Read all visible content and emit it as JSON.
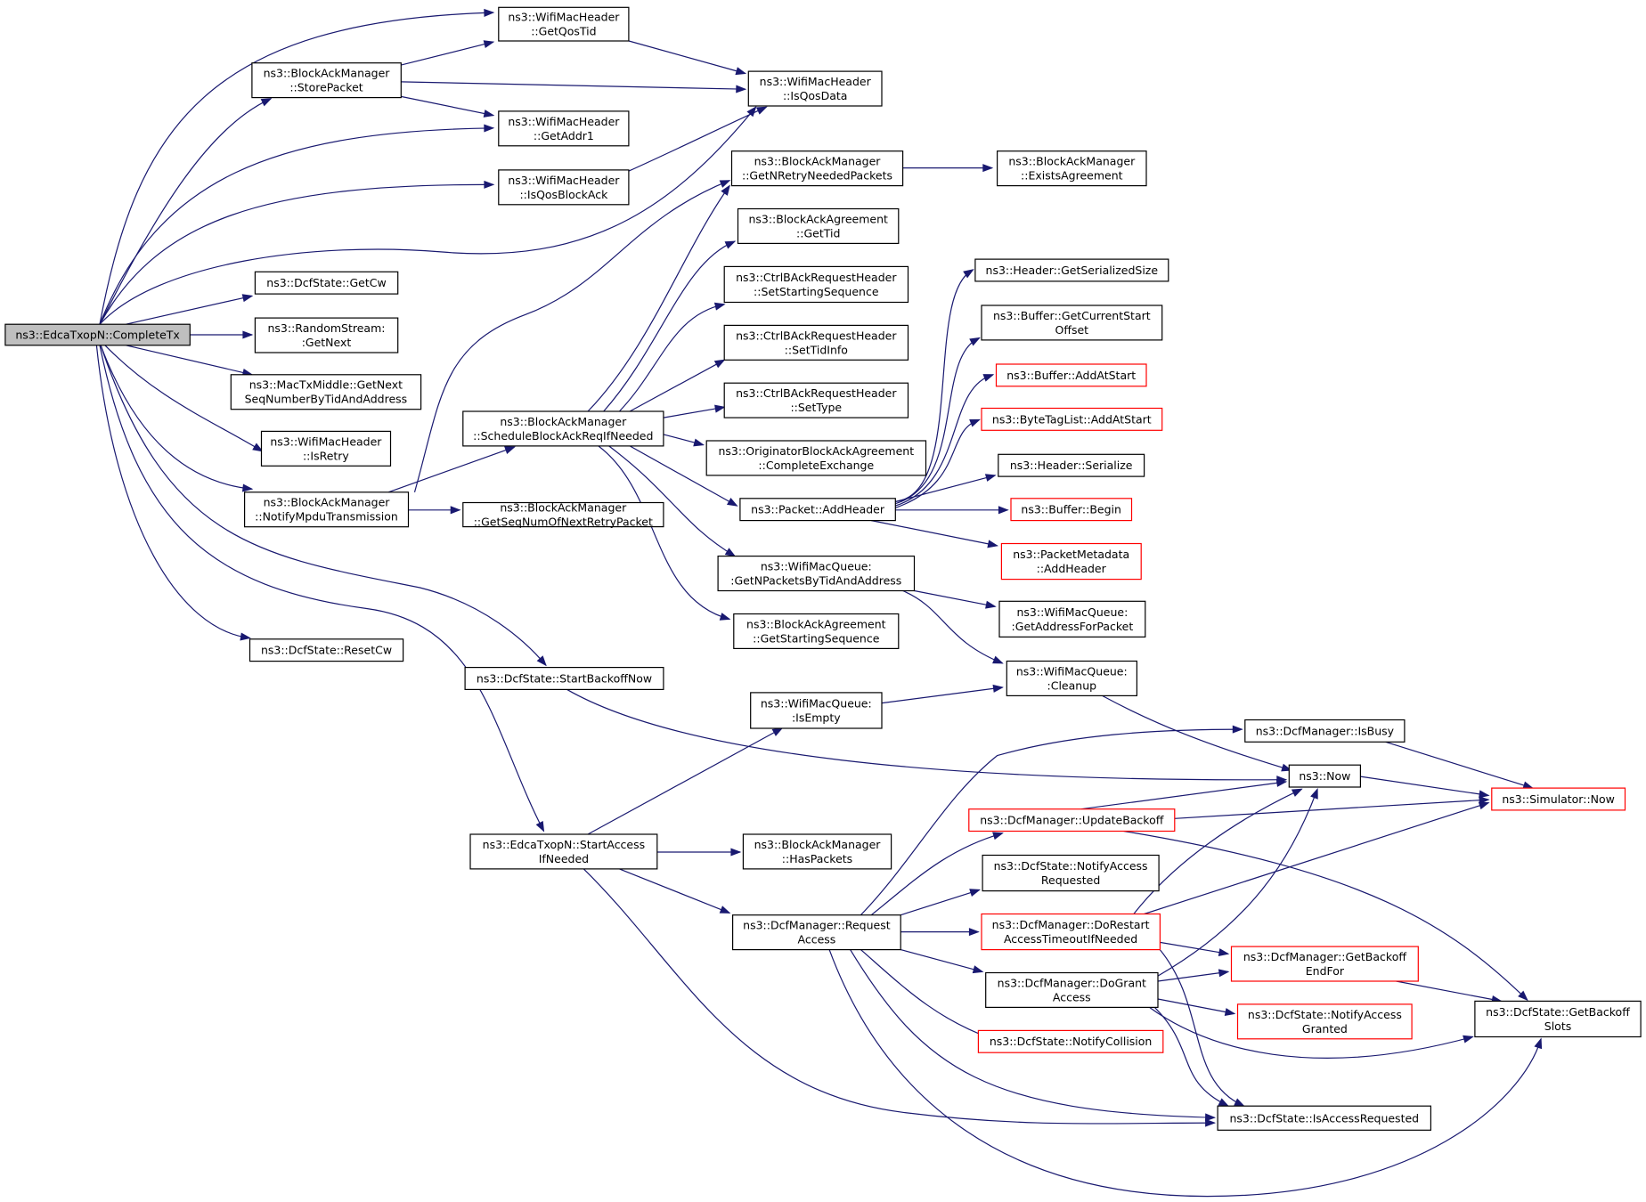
{
  "diagram": {
    "type": "call-graph",
    "edge_color": "#191970",
    "node_border_color": "#000000",
    "external_node_border_color": "#ff0000",
    "root_fill_color": "#bfbfbf",
    "nodes": [
      {
        "id": "root",
        "lines": [
          "ns3::EdcaTxopN::CompleteTx"
        ],
        "style": "root"
      },
      {
        "id": "getQosTid",
        "lines": [
          "ns3::WifiMacHeader",
          "::GetQosTid"
        ],
        "style": "normal"
      },
      {
        "id": "storePacket",
        "lines": [
          "ns3::BlockAckManager",
          "::StorePacket"
        ],
        "style": "normal"
      },
      {
        "id": "isQosData",
        "lines": [
          "ns3::WifiMacHeader",
          "::IsQosData"
        ],
        "style": "normal"
      },
      {
        "id": "getAddr1",
        "lines": [
          "ns3::WifiMacHeader",
          "::GetAddr1"
        ],
        "style": "normal"
      },
      {
        "id": "isQosBlockAck",
        "lines": [
          "ns3::WifiMacHeader",
          "::IsQosBlockAck"
        ],
        "style": "normal"
      },
      {
        "id": "getNRetry",
        "lines": [
          "ns3::BlockAckManager",
          "::GetNRetryNeededPackets"
        ],
        "style": "normal"
      },
      {
        "id": "existsAgreement",
        "lines": [
          "ns3::BlockAckManager",
          "::ExistsAgreement"
        ],
        "style": "normal"
      },
      {
        "id": "getTid",
        "lines": [
          "ns3::BlockAckAgreement",
          "::GetTid"
        ],
        "style": "normal"
      },
      {
        "id": "getCw",
        "lines": [
          "ns3::DcfState::GetCw"
        ],
        "style": "normal"
      },
      {
        "id": "getSerializedSize",
        "lines": [
          "ns3::Header::GetSerializedSize"
        ],
        "style": "normal"
      },
      {
        "id": "setStartingSeq",
        "lines": [
          "ns3::CtrlBAckRequestHeader",
          "::SetStartingSequence"
        ],
        "style": "normal"
      },
      {
        "id": "getCurrentStartOffset",
        "lines": [
          "ns3::Buffer::GetCurrentStart",
          "Offset"
        ],
        "style": "normal"
      },
      {
        "id": "getNext",
        "lines": [
          "ns3::RandomStream:",
          ":GetNext"
        ],
        "style": "normal"
      },
      {
        "id": "setTidInfo",
        "lines": [
          "ns3::CtrlBAckRequestHeader",
          "::SetTidInfo"
        ],
        "style": "normal"
      },
      {
        "id": "bufferAddAtStart",
        "lines": [
          "ns3::Buffer::AddAtStart"
        ],
        "style": "red"
      },
      {
        "id": "getNextSeq",
        "lines": [
          "ns3::MacTxMiddle::GetNext",
          "SeqNumberByTidAndAddress"
        ],
        "style": "normal"
      },
      {
        "id": "setType",
        "lines": [
          "ns3::CtrlBAckRequestHeader",
          "::SetType"
        ],
        "style": "normal"
      },
      {
        "id": "byteTagAddAtStart",
        "lines": [
          "ns3::ByteTagList::AddAtStart"
        ],
        "style": "red"
      },
      {
        "id": "scheduleBar",
        "lines": [
          "ns3::BlockAckManager",
          "::ScheduleBlockAckReqIfNeeded"
        ],
        "style": "normal"
      },
      {
        "id": "isRetry",
        "lines": [
          "ns3::WifiMacHeader",
          "::IsRetry"
        ],
        "style": "normal"
      },
      {
        "id": "completeExchange",
        "lines": [
          "ns3::OriginatorBlockAckAgreement",
          "::CompleteExchange"
        ],
        "style": "normal"
      },
      {
        "id": "headerSerialize",
        "lines": [
          "ns3::Header::Serialize"
        ],
        "style": "normal"
      },
      {
        "id": "notifyMpdu",
        "lines": [
          "ns3::BlockAckManager",
          "::NotifyMpduTransmission"
        ],
        "style": "normal"
      },
      {
        "id": "getSeqNumNext",
        "lines": [
          "ns3::BlockAckManager",
          "::GetSeqNumOfNextRetryPacket"
        ],
        "style": "normal"
      },
      {
        "id": "addHeader",
        "lines": [
          "ns3::Packet::AddHeader"
        ],
        "style": "normal"
      },
      {
        "id": "bufferBegin",
        "lines": [
          "ns3::Buffer::Begin"
        ],
        "style": "red"
      },
      {
        "id": "pmAddHeader",
        "lines": [
          "ns3::PacketMetadata",
          "::AddHeader"
        ],
        "style": "red"
      },
      {
        "id": "getNPackets",
        "lines": [
          "ns3::WifiMacQueue:",
          ":GetNPacketsByTidAndAddress"
        ],
        "style": "normal"
      },
      {
        "id": "getAddressForPacket",
        "lines": [
          "ns3::WifiMacQueue:",
          ":GetAddressForPacket"
        ],
        "style": "normal"
      },
      {
        "id": "getStartingSeq",
        "lines": [
          "ns3::BlockAckAgreement",
          "::GetStartingSequence"
        ],
        "style": "normal"
      },
      {
        "id": "resetCw",
        "lines": [
          "ns3::DcfState::ResetCw"
        ],
        "style": "normal"
      },
      {
        "id": "startBackoffNow",
        "lines": [
          "ns3::DcfState::StartBackoffNow"
        ],
        "style": "normal"
      },
      {
        "id": "cleanup",
        "lines": [
          "ns3::WifiMacQueue:",
          ":Cleanup"
        ],
        "style": "normal"
      },
      {
        "id": "isEmpty",
        "lines": [
          "ns3::WifiMacQueue:",
          ":IsEmpty"
        ],
        "style": "normal"
      },
      {
        "id": "isBusy",
        "lines": [
          "ns3::DcfManager::IsBusy"
        ],
        "style": "normal"
      },
      {
        "id": "now",
        "lines": [
          "ns3::Now"
        ],
        "style": "normal"
      },
      {
        "id": "simNow",
        "lines": [
          "ns3::Simulator::Now"
        ],
        "style": "red"
      },
      {
        "id": "updateBackoff",
        "lines": [
          "ns3::DcfManager::UpdateBackoff"
        ],
        "style": "red"
      },
      {
        "id": "startAccess",
        "lines": [
          "ns3::EdcaTxopN::StartAccess",
          "IfNeeded"
        ],
        "style": "normal"
      },
      {
        "id": "hasPackets",
        "lines": [
          "ns3::BlockAckManager",
          "::HasPackets"
        ],
        "style": "normal"
      },
      {
        "id": "notifyAccessRequested",
        "lines": [
          "ns3::DcfState::NotifyAccess",
          "Requested"
        ],
        "style": "normal"
      },
      {
        "id": "requestAccess",
        "lines": [
          "ns3::DcfManager::Request",
          "Access"
        ],
        "style": "normal"
      },
      {
        "id": "doRestart",
        "lines": [
          "ns3::DcfManager::DoRestart",
          "AccessTimeoutIfNeeded"
        ],
        "style": "red"
      },
      {
        "id": "getBackoffEndFor",
        "lines": [
          "ns3::DcfManager::GetBackoff",
          "EndFor"
        ],
        "style": "red"
      },
      {
        "id": "doGrant",
        "lines": [
          "ns3::DcfManager::DoGrant",
          "Access"
        ],
        "style": "normal"
      },
      {
        "id": "notifyAccessGranted",
        "lines": [
          "ns3::DcfState::NotifyAccess",
          "Granted"
        ],
        "style": "red"
      },
      {
        "id": "getBackoffSlots",
        "lines": [
          "ns3::DcfState::GetBackoff",
          "Slots"
        ],
        "style": "normal"
      },
      {
        "id": "notifyCollision",
        "lines": [
          "ns3::DcfState::NotifyCollision"
        ],
        "style": "red"
      },
      {
        "id": "isAccessRequested",
        "lines": [
          "ns3::DcfState::IsAccessRequested"
        ],
        "style": "normal"
      }
    ],
    "edges": [
      [
        "root",
        "getQosTid"
      ],
      [
        "root",
        "storePacket"
      ],
      [
        "root",
        "isQosData"
      ],
      [
        "root",
        "getAddr1"
      ],
      [
        "root",
        "isQosBlockAck"
      ],
      [
        "root",
        "getCw"
      ],
      [
        "root",
        "getNext"
      ],
      [
        "root",
        "getNextSeq"
      ],
      [
        "root",
        "isRetry"
      ],
      [
        "root",
        "notifyMpdu"
      ],
      [
        "root",
        "resetCw"
      ],
      [
        "root",
        "startBackoffNow"
      ],
      [
        "root",
        "startAccess"
      ],
      [
        "storePacket",
        "getQosTid"
      ],
      [
        "storePacket",
        "isQosData"
      ],
      [
        "storePacket",
        "getAddr1"
      ],
      [
        "getQosTid",
        "isQosData"
      ],
      [
        "isQosBlockAck",
        "isQosData"
      ],
      [
        "notifyMpdu",
        "getNRetry"
      ],
      [
        "notifyMpdu",
        "scheduleBar"
      ],
      [
        "notifyMpdu",
        "getSeqNumNext"
      ],
      [
        "getNRetry",
        "existsAgreement"
      ],
      [
        "scheduleBar",
        "getNRetry"
      ],
      [
        "scheduleBar",
        "getTid"
      ],
      [
        "scheduleBar",
        "setStartingSeq"
      ],
      [
        "scheduleBar",
        "setTidInfo"
      ],
      [
        "scheduleBar",
        "setType"
      ],
      [
        "scheduleBar",
        "completeExchange"
      ],
      [
        "scheduleBar",
        "addHeader"
      ],
      [
        "scheduleBar",
        "getNPackets"
      ],
      [
        "scheduleBar",
        "getStartingSeq"
      ],
      [
        "addHeader",
        "getSerializedSize"
      ],
      [
        "addHeader",
        "getCurrentStartOffset"
      ],
      [
        "addHeader",
        "bufferAddAtStart"
      ],
      [
        "addHeader",
        "byteTagAddAtStart"
      ],
      [
        "addHeader",
        "headerSerialize"
      ],
      [
        "addHeader",
        "bufferBegin"
      ],
      [
        "addHeader",
        "pmAddHeader"
      ],
      [
        "getNPackets",
        "getAddressForPacket"
      ],
      [
        "getNPackets",
        "cleanup"
      ],
      [
        "cleanup",
        "now"
      ],
      [
        "startBackoffNow",
        "now"
      ],
      [
        "startAccess",
        "isEmpty"
      ],
      [
        "startAccess",
        "hasPackets"
      ],
      [
        "startAccess",
        "requestAccess"
      ],
      [
        "startAccess",
        "isAccessRequested"
      ],
      [
        "isEmpty",
        "cleanup"
      ],
      [
        "isBusy",
        "simNow"
      ],
      [
        "now",
        "simNow"
      ],
      [
        "updateBackoff",
        "now"
      ],
      [
        "updateBackoff",
        "simNow"
      ],
      [
        "updateBackoff",
        "getBackoffSlots"
      ],
      [
        "requestAccess",
        "isBusy"
      ],
      [
        "requestAccess",
        "updateBackoff"
      ],
      [
        "requestAccess",
        "notifyAccessRequested"
      ],
      [
        "requestAccess",
        "doRestart"
      ],
      [
        "requestAccess",
        "doGrant"
      ],
      [
        "requestAccess",
        "notifyCollision"
      ],
      [
        "requestAccess",
        "isAccessRequested"
      ],
      [
        "requestAccess",
        "getBackoffSlots"
      ],
      [
        "doRestart",
        "now"
      ],
      [
        "doRestart",
        "simNow"
      ],
      [
        "doRestart",
        "getBackoffEndFor"
      ],
      [
        "doRestart",
        "isAccessRequested"
      ],
      [
        "doGrant",
        "now"
      ],
      [
        "doGrant",
        "getBackoffEndFor"
      ],
      [
        "doGrant",
        "notifyAccessGranted"
      ],
      [
        "doGrant",
        "getBackoffSlots"
      ],
      [
        "doGrant",
        "isAccessRequested"
      ],
      [
        "getBackoffEndFor",
        "getBackoffSlots"
      ]
    ]
  }
}
